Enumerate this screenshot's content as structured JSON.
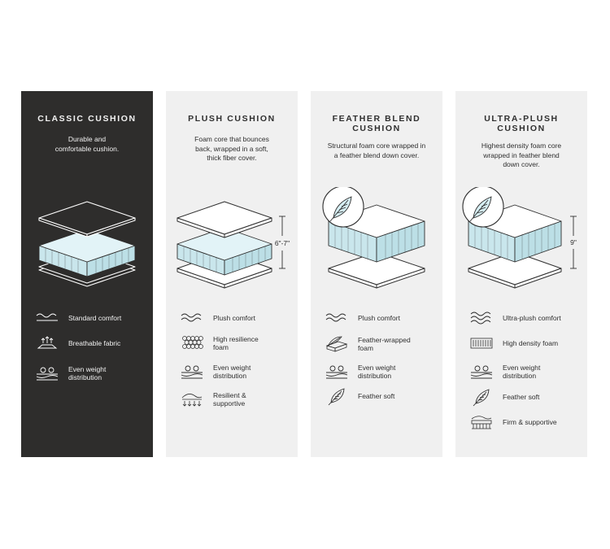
{
  "panels": [
    {
      "title": "CLASSIC CUSHION",
      "description": "Durable and\ncomfortable cushion.",
      "features": [
        {
          "icon": "wave-icon",
          "label": "Standard comfort"
        },
        {
          "icon": "breathable-icon",
          "label": "Breathable fabric"
        },
        {
          "icon": "weight-distribution-icon",
          "label": "Even weight\ndistribution"
        }
      ]
    },
    {
      "title": "PLUSH CUSHION",
      "description": "Foam core that bounces\nback, wrapped in a soft,\nthick fiber cover.",
      "height_label": "6\"-7\"",
      "features": [
        {
          "icon": "wave-icon",
          "label": "Plush comfort"
        },
        {
          "icon": "foam-cells-icon",
          "label": "High resilience\nfoam"
        },
        {
          "icon": "weight-distribution-icon",
          "label": "Even weight\ndistribution"
        },
        {
          "icon": "spring-support-icon",
          "label": "Resilient &\nsupportive"
        }
      ]
    },
    {
      "title": "FEATHER BLEND\nCUSHION",
      "description": "Structural foam core wrapped in\na feather blend down cover.",
      "features": [
        {
          "icon": "wave-icon",
          "label": "Plush comfort"
        },
        {
          "icon": "feather-wrap-icon",
          "label": "Feather-wrapped\nfoam"
        },
        {
          "icon": "weight-distribution-icon",
          "label": "Even weight\ndistribution"
        },
        {
          "icon": "feather-icon",
          "label": "Feather soft"
        }
      ]
    },
    {
      "title": "ULTRA-PLUSH\nCUSHION",
      "description": "Highest density foam core\nwrapped in feather blend\ndown cover.",
      "height_label": "9\"",
      "features": [
        {
          "icon": "wave-icon",
          "label": "Ultra-plush comfort"
        },
        {
          "icon": "density-icon",
          "label": "High density foam"
        },
        {
          "icon": "weight-distribution-icon",
          "label": "Even weight\ndistribution"
        },
        {
          "icon": "feather-icon",
          "label": "Feather soft"
        },
        {
          "icon": "firm-support-icon",
          "label": "Firm & supportive"
        }
      ]
    }
  ],
  "colors": {
    "dark": "#2e2d2c",
    "light": "#f0f0f0",
    "foam": "#d6eef3"
  }
}
